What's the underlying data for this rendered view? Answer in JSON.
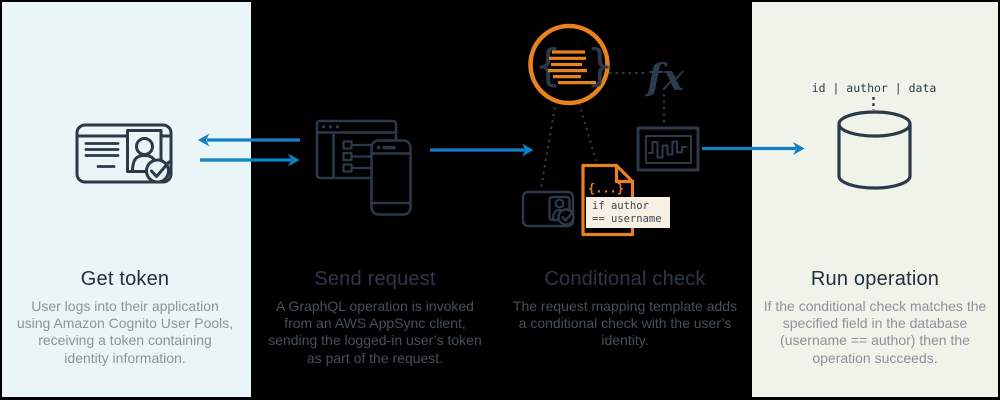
{
  "colors": {
    "panel1_bg": "#e9f5f7",
    "panel4_bg": "#eff3e9",
    "dark_panel_bg": "#000000",
    "ink_navy": "#2b3948",
    "title_light": "#232f3e",
    "desc_light": "#8a939c",
    "title_dark": "#2d3848",
    "desc_dark": "#465059",
    "orange_accent": "#e8821e",
    "arrow_blue": "#1180c4",
    "snippet_box_bg": "#f8f0e3",
    "snippet_text": "#3b4754"
  },
  "panels": [
    {
      "id": "get-token",
      "title": "Get token",
      "desc_lines": [
        "User logs into their application",
        "using Amazon Cognito User Pools,",
        "receiving a token containing",
        "identity information."
      ]
    },
    {
      "id": "send-request",
      "title": "Send request",
      "desc_lines": [
        "A GraphQL operation is invoked",
        "from an AWS AppSync client,",
        "sending the logged-in user’s token",
        "as part of the request."
      ]
    },
    {
      "id": "conditional-check",
      "title": "Conditional check",
      "desc_lines": [
        "The request mapping template adds",
        "a conditional check with the user’s",
        "identity.",
        ""
      ]
    },
    {
      "id": "run-operation",
      "title": "Run operation",
      "desc_lines": [
        "If the conditional check matches the",
        "specified field in the database",
        "(username == author) then the",
        "operation succeeds."
      ]
    }
  ],
  "annotations": {
    "function_label": "fx",
    "db_columns": "id | author | data",
    "braces_ellipsis": "{...}",
    "condition_line1": "if author",
    "condition_line2": "== username"
  }
}
